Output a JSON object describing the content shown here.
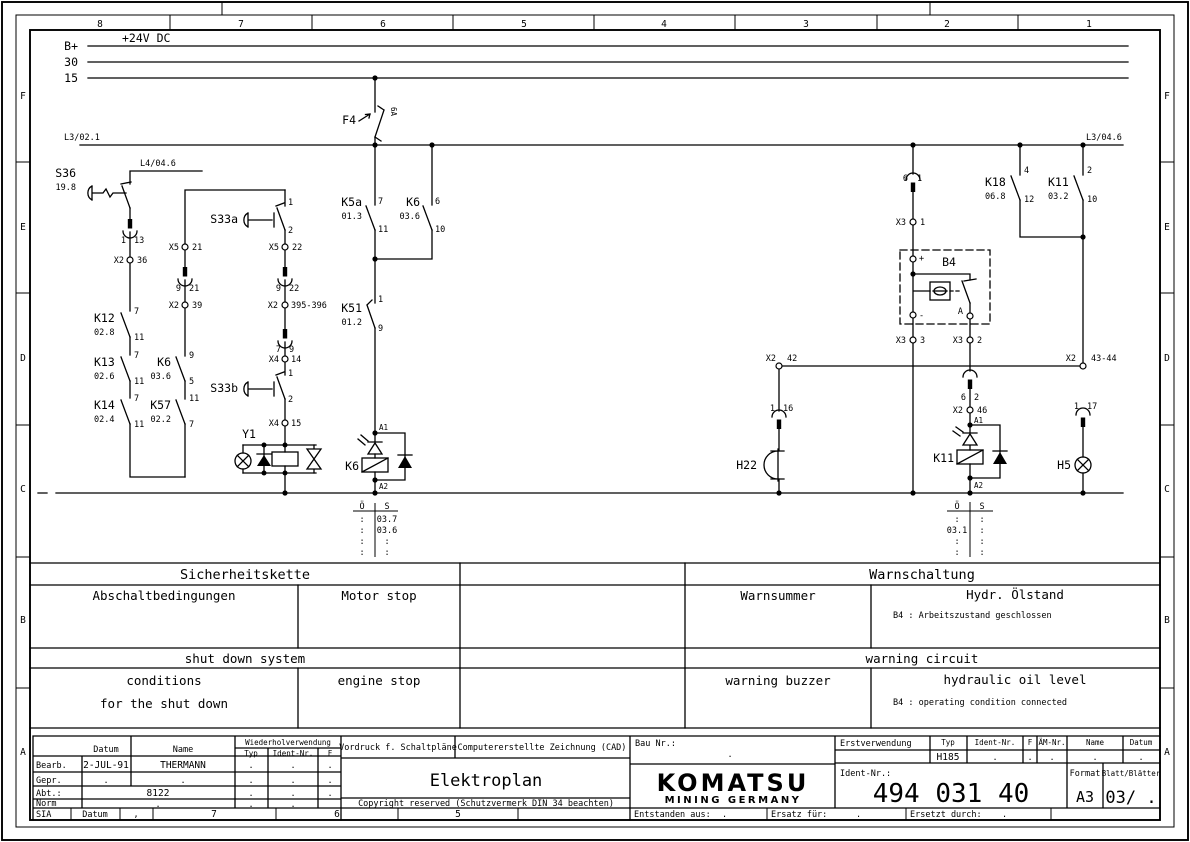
{
  "frame": {
    "cols": [
      "8",
      "7",
      "6",
      "5",
      "4",
      "3",
      "2",
      "1"
    ],
    "rows": [
      "F",
      "E",
      "D",
      "C",
      "B",
      "A"
    ]
  },
  "rails": {
    "supply": "+24V DC",
    "bplus": "B+",
    "r30": "30",
    "r15": "15",
    "l3_left": "L3/02.1",
    "l3_right": "L3/04.6",
    "l4_ref": "L4/04.6"
  },
  "components": {
    "f4": {
      "ref": "F4",
      "rating": "6A"
    },
    "s36": {
      "ref": "S36",
      "loc": "19.8"
    },
    "k12": {
      "ref": "K12",
      "loc": "02.8",
      "p1": "7",
      "p2": "11"
    },
    "k13": {
      "ref": "K13",
      "loc": "02.6",
      "p1": "7",
      "p2": "11"
    },
    "k14": {
      "ref": "K14",
      "loc": "02.4",
      "p1": "7",
      "p2": "11"
    },
    "k6c": {
      "ref": "K6",
      "loc": "03.6",
      "p1": "9",
      "p2": "5"
    },
    "k57": {
      "ref": "K57",
      "loc": "02.2",
      "p1": "11",
      "p2": "7"
    },
    "s33a": {
      "ref": "S33a",
      "p1": "1",
      "p2": "2"
    },
    "s33b": {
      "ref": "S33b",
      "p1": "1",
      "p2": "2"
    },
    "y1": {
      "ref": "Y1"
    },
    "k5a": {
      "ref": "K5a",
      "loc": "01.3",
      "p1": "7",
      "p2": "11"
    },
    "k6b": {
      "ref": "K6",
      "loc": "03.6",
      "p1": "6",
      "p2": "10"
    },
    "k51": {
      "ref": "K51",
      "loc": "01.2",
      "p1": "1",
      "p2": "9"
    },
    "k6coil": {
      "ref": "K6",
      "a1": "A1",
      "a2": "A2"
    },
    "k18": {
      "ref": "K18",
      "loc": "06.8",
      "p1": "4",
      "p2": "12"
    },
    "k11c": {
      "ref": "K11",
      "loc": "03.2",
      "p1": "2",
      "p2": "10"
    },
    "k11coil": {
      "ref": "K11",
      "a1": "A1",
      "a2": "A2"
    },
    "b4": {
      "ref": "B4",
      "plus": "+",
      "minus": "-",
      "out": "A"
    },
    "h22": {
      "ref": "H22"
    },
    "h5": {
      "ref": "H5"
    }
  },
  "connectors": {
    "x2_36": {
      "l": "X2",
      "r": "36"
    },
    "x5_21": {
      "l": "X5",
      "r": "21"
    },
    "x5_22": {
      "l": "X5",
      "r": "22"
    },
    "x2_39": {
      "l": "X2",
      "r": "39"
    },
    "x2_395": {
      "l": "X2",
      "r": "395-396"
    },
    "x4_14": {
      "l": "X4",
      "r": "14"
    },
    "x4_15": {
      "l": "X4",
      "r": "15"
    },
    "x3_1": {
      "l": "X3",
      "r": "1"
    },
    "x3_3": {
      "l": "X3",
      "r": "3"
    },
    "x3_2": {
      "l": "X3",
      "r": "2"
    },
    "x2_42": {
      "l": "X2",
      "r": "42"
    },
    "x2_46": {
      "l": "X2",
      "r": "46"
    },
    "x2_4344": {
      "l": "X2",
      "r": "43-44"
    }
  },
  "plugs": {
    "p1_13": {
      "l": "1",
      "r": "13"
    },
    "p9_21": {
      "l": "9",
      "r": "21"
    },
    "p9_22": {
      "l": "9",
      "r": "22"
    },
    "p7_9": {
      "l": "7",
      "r": "9"
    },
    "p6_1": {
      "l": "6",
      "r": "1"
    },
    "p6_2": {
      "l": "6",
      "r": "2"
    },
    "p1_16": {
      "l": "1",
      "r": "16"
    },
    "p1_17": {
      "l": "1",
      "r": "17"
    }
  },
  "crossref": {
    "k6": {
      "h1": "Ö",
      "h2": "S",
      "rows": [
        [
          ":",
          "03.7"
        ],
        [
          ":",
          "03.6"
        ],
        [
          ":",
          ":"
        ],
        [
          ":",
          ":"
        ]
      ]
    },
    "k11": {
      "h1": "Ö",
      "h2": "S",
      "rows": [
        [
          ":",
          ":"
        ],
        [
          "03.1",
          ":"
        ],
        [
          ":",
          ":"
        ],
        [
          ":",
          ":"
        ]
      ]
    }
  },
  "function_table": {
    "de": {
      "left_title": "Sicherheitskette",
      "col1": "Abschaltbedingungen",
      "col2": "Motor stop",
      "right_title": "Warnschaltung",
      "col3": "Warnsummer",
      "col4": "Hydr. Ölstand",
      "col4_note": "B4 : Arbeitszustand geschlossen"
    },
    "en": {
      "left_title": "shut down system",
      "col1a": "conditions",
      "col1b": "for the shut down",
      "col2": "engine stop",
      "right_title": "warning circuit",
      "col3": "warning buzzer",
      "col4": "hydraulic oil level",
      "col4_note": "B4 : operating condition connected"
    }
  },
  "titleblock": {
    "datum_h": "Datum",
    "name_h": "Name",
    "wieder": "Wiederholverwendung",
    "typ_h": "Typ",
    "ident_h": "Ident-Nr.",
    "f_h": "F",
    "bearb": "Bearb.",
    "bearb_datum": "2-JUL-91",
    "bearb_name": "THERMANN",
    "gepr": "Gepr.",
    "abt": "Abt.:",
    "abt_val": "8122",
    "norm": "Norm",
    "sia": "SIA",
    "sia_datum": "Datum",
    "sia_val": ",",
    "col7": "7",
    "col6": "6",
    "col5": "5",
    "vordruck": "Vordruck f. Schaltpläne",
    "cad": "Computererstellte Zeichnung (CAD)",
    "title": "Elektroplan",
    "copyright": "Copyright reserved (Schutzvermerk DIN 34 beachten)",
    "bau": "Bau Nr.:",
    "logo1": "KOMATSU",
    "logo2": "MINING GERMANY",
    "erstverwendung": "Erstverwendung",
    "typ_val": "H185",
    "aem": "ÄM-Nr.",
    "name2_h": "Name",
    "datum2_h": "Datum",
    "ident2": "Ident-Nr.:",
    "ident_val": "494 031 40",
    "format_h": "Format",
    "format_val": "A3",
    "blatt_h": "Blatt/Blätter",
    "blatt_val": "03/ .",
    "entstanden": "Entstanden aus:",
    "ersatz": "Ersatz für:",
    "ersetzt": "Ersetzt durch:",
    "dot": "."
  }
}
